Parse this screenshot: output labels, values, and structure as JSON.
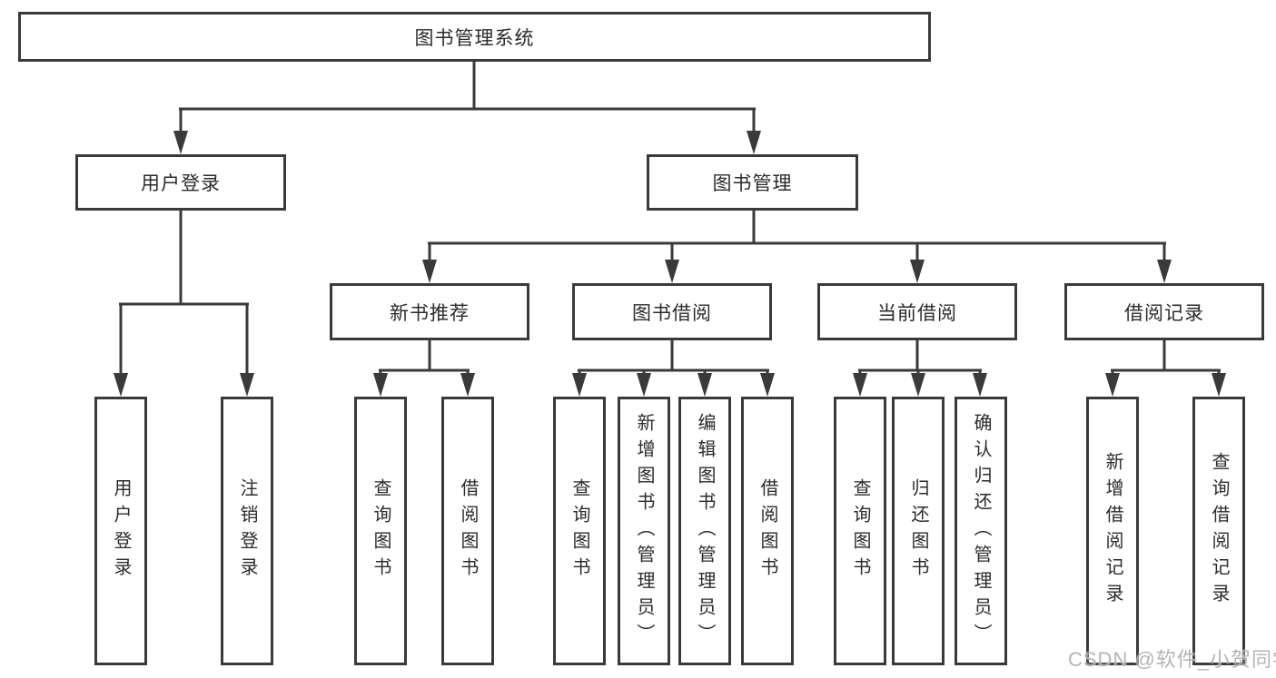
{
  "tree": {
    "label": "图书管理系统",
    "children": [
      {
        "label": "用户登录",
        "children": [
          {
            "label": "用户登录"
          },
          {
            "label": "注销登录"
          }
        ]
      },
      {
        "label": "图书管理",
        "children": [
          {
            "label": "新书推荐",
            "children": [
              {
                "label": "查询图书"
              },
              {
                "label": "借阅图书"
              }
            ]
          },
          {
            "label": "图书借阅",
            "children": [
              {
                "label": "查询图书"
              },
              {
                "label": "新增图书（管理员）"
              },
              {
                "label": "编辑图书（管理员）"
              },
              {
                "label": "借阅图书"
              }
            ]
          },
          {
            "label": "当前借阅",
            "children": [
              {
                "label": "查询图书"
              },
              {
                "label": "归还图书"
              },
              {
                "label": "确认归还（管理员）"
              }
            ]
          },
          {
            "label": "借阅记录",
            "children": [
              {
                "label": "新增借阅记录"
              },
              {
                "label": "查询借阅记录"
              }
            ]
          }
        ]
      }
    ]
  },
  "watermark": {
    "text": "CSDN @软件_小贺同学"
  },
  "colors": {
    "line": "#3a3a3a",
    "text": "#2b2b2b",
    "watermark": "#a8a8a8",
    "background": "#ffffff"
  }
}
